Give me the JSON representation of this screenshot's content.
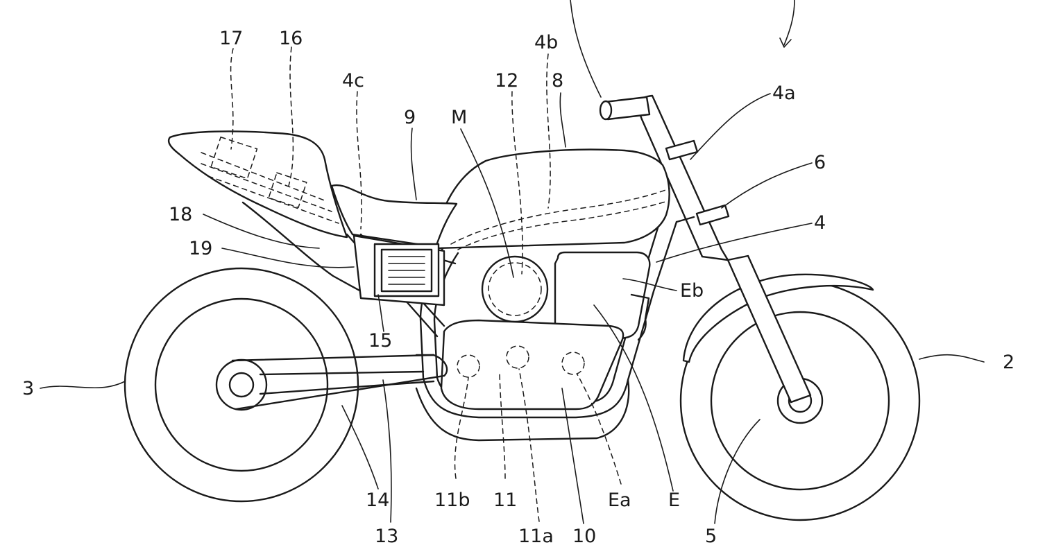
{
  "labels": {
    "l17": "17",
    "l16": "16",
    "l4b": "4b",
    "l4c": "4c",
    "l12": "12",
    "l8": "8",
    "l9": "9",
    "lM": "M",
    "l4a": "4a",
    "l6": "6",
    "l4": "4",
    "l18": "18",
    "l19": "19",
    "lEb": "Eb",
    "l15": "15",
    "l2": "2",
    "l3": "3",
    "l14": "14",
    "l11b": "11b",
    "l11": "11",
    "lEa": "Ea",
    "lE": "E",
    "l13": "13",
    "l11a": "11a",
    "l10": "10",
    "l5": "5"
  }
}
